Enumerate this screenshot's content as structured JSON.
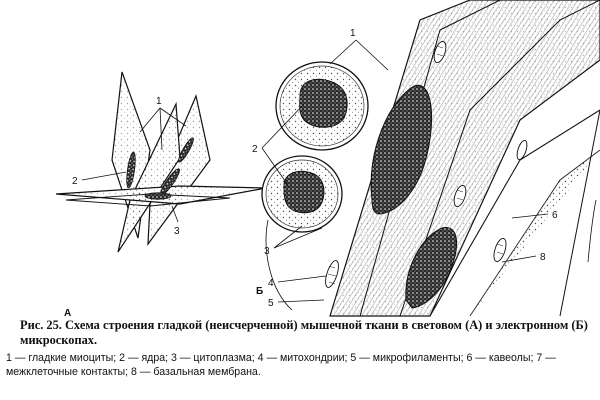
{
  "figure": {
    "panels": [
      {
        "id": "A",
        "letter": "А"
      },
      {
        "id": "B",
        "letter": "Б"
      }
    ],
    "callouts_a": [
      "1",
      "2",
      "3"
    ],
    "callouts_b": [
      "1",
      "2",
      "3",
      "4",
      "5",
      "6",
      "8"
    ]
  },
  "caption": {
    "title": "Рис. 25. Схема строения гладкой (неисчерченной) мышечной ткани в световом (А) и электронном (Б) микроскопах.",
    "legend": "1 — гладкие миоциты; 2 — ядра; 3 — цитоплазма; 4 — митохондрии; 5 — микрофиламенты; 6 — кавеолы; 7 — межклеточные контакты; 8 — базальная мембрана."
  }
}
